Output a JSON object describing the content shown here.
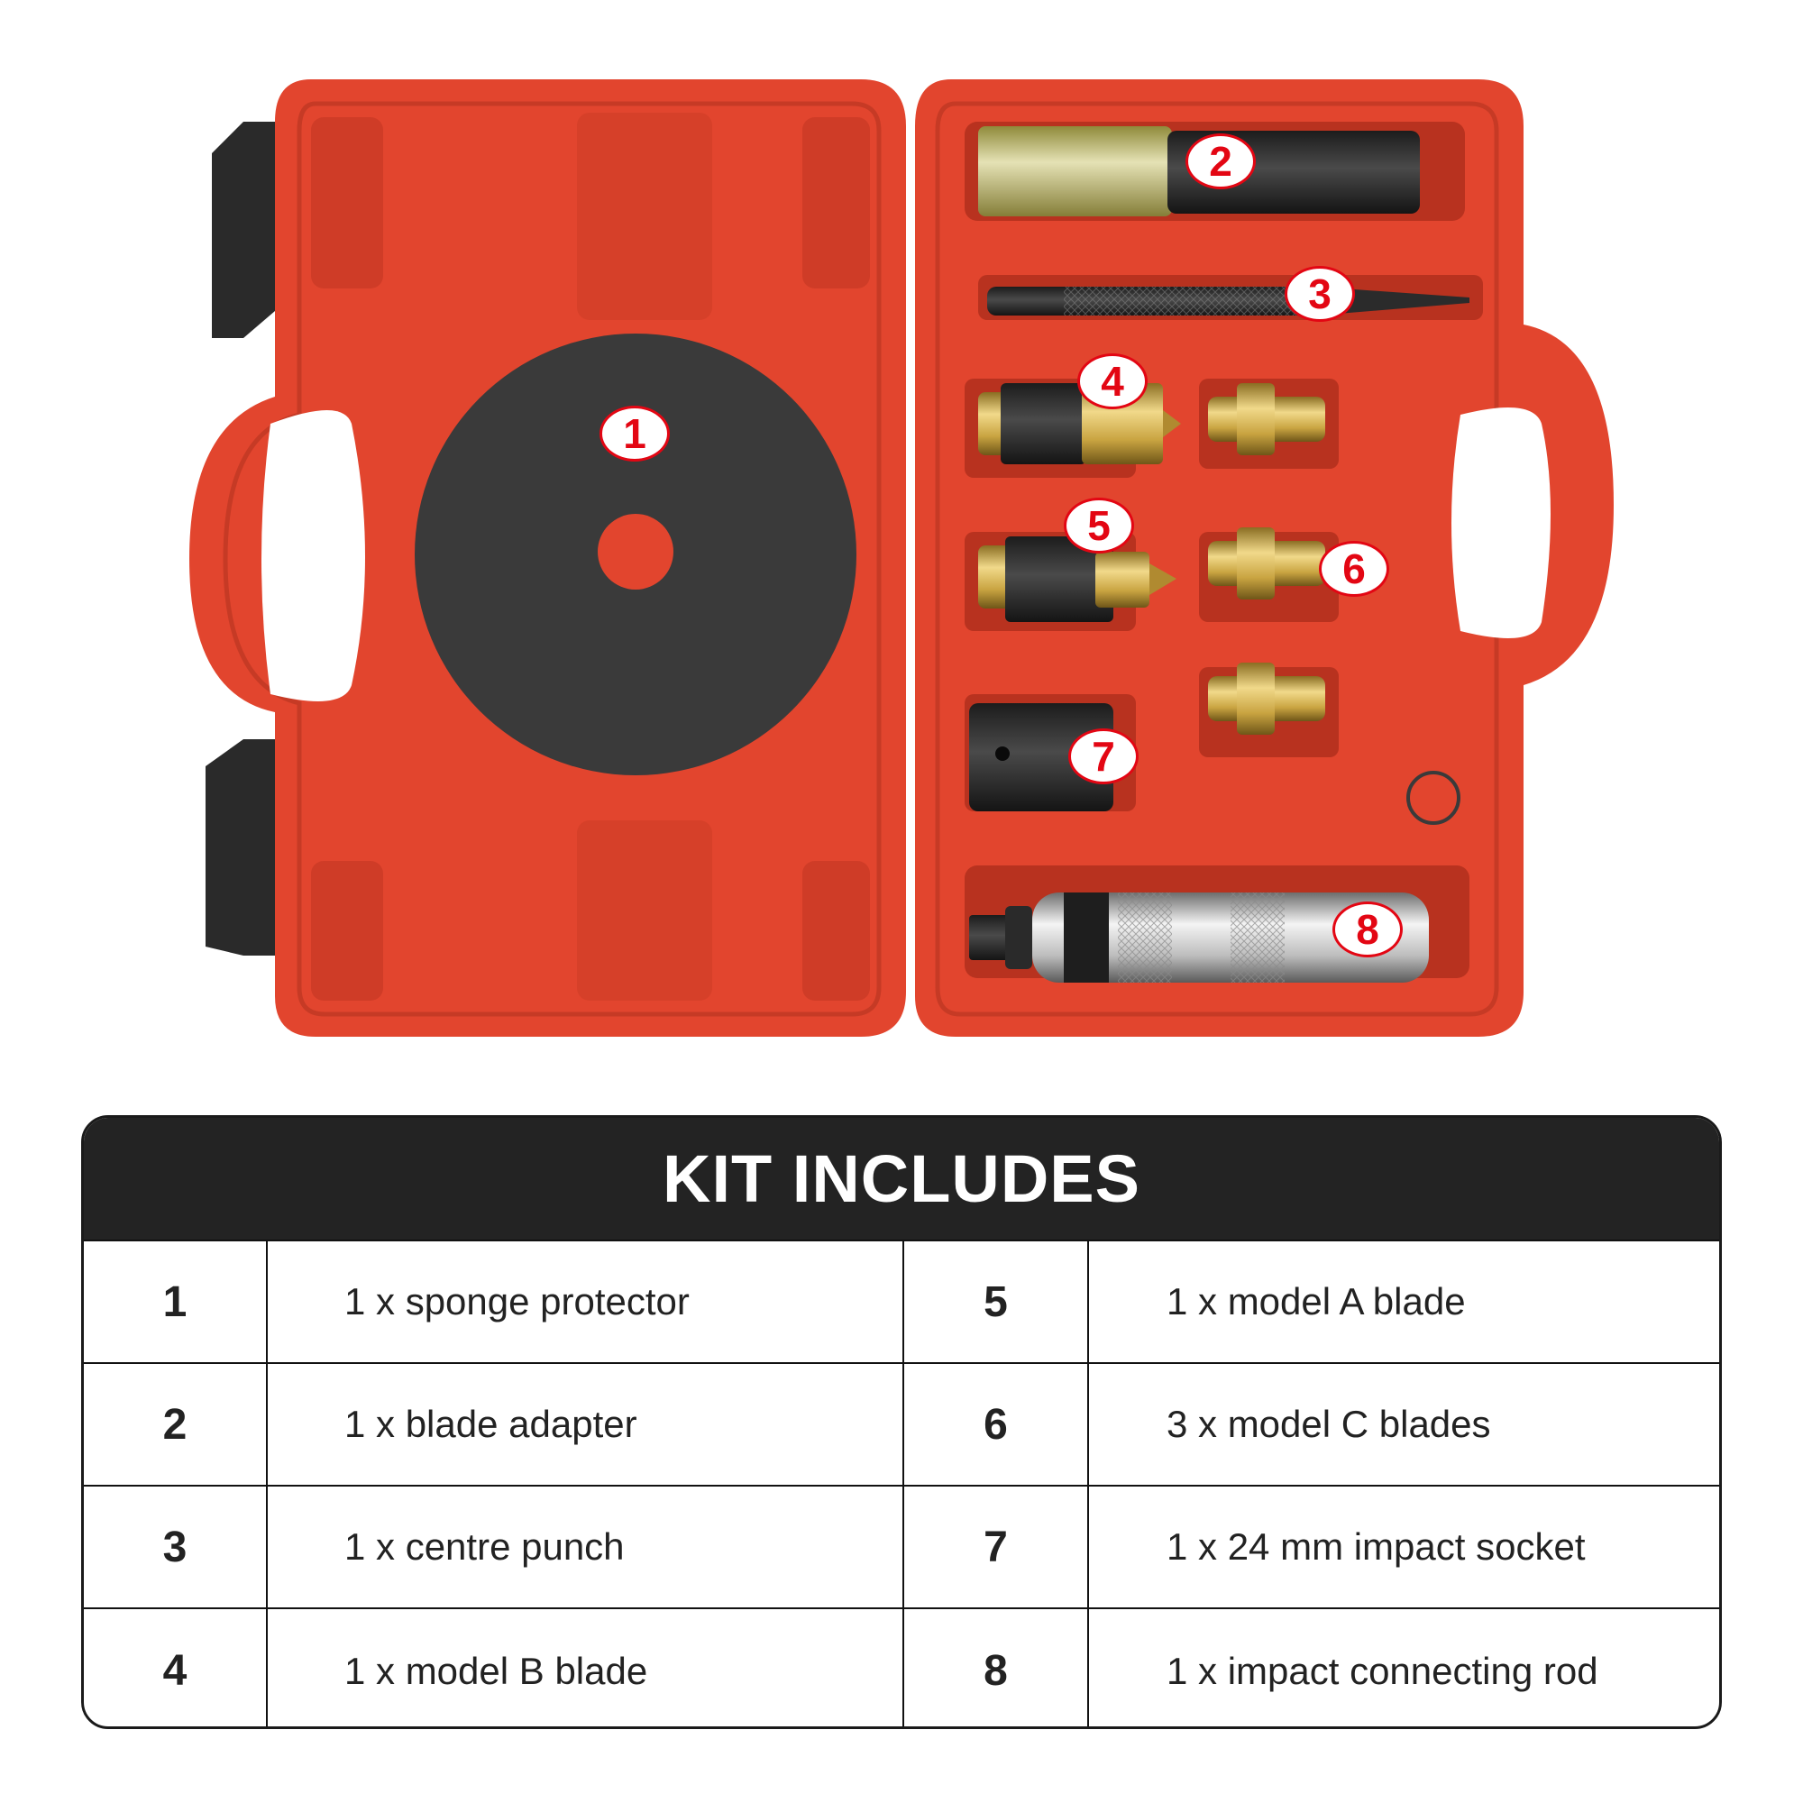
{
  "colors": {
    "case_red": "#e2452e",
    "case_shadow": "#b8321f",
    "callout_red": "#e30613",
    "header_bg": "#232323",
    "foam": "#3a3a3a"
  },
  "callouts": {
    "c1": "1",
    "c2": "2",
    "c3": "3",
    "c4": "4",
    "c5": "5",
    "c6": "6",
    "c7": "7",
    "c8": "8"
  },
  "kit": {
    "title": "KIT INCLUDES",
    "rows": [
      {
        "left": {
          "num": "1",
          "desc": "1 x sponge protector"
        },
        "right": {
          "num": "5",
          "desc": "1 x model A blade"
        }
      },
      {
        "left": {
          "num": "2",
          "desc": "1 x blade adapter"
        },
        "right": {
          "num": "6",
          "desc": "3 x model C blades"
        }
      },
      {
        "left": {
          "num": "3",
          "desc": "1 x centre punch"
        },
        "right": {
          "num": "7",
          "desc": "1 x 24 mm impact socket"
        }
      },
      {
        "left": {
          "num": "4",
          "desc": "1 x model B blade"
        },
        "right": {
          "num": "8",
          "desc": "1 x impact connecting rod"
        }
      }
    ]
  }
}
